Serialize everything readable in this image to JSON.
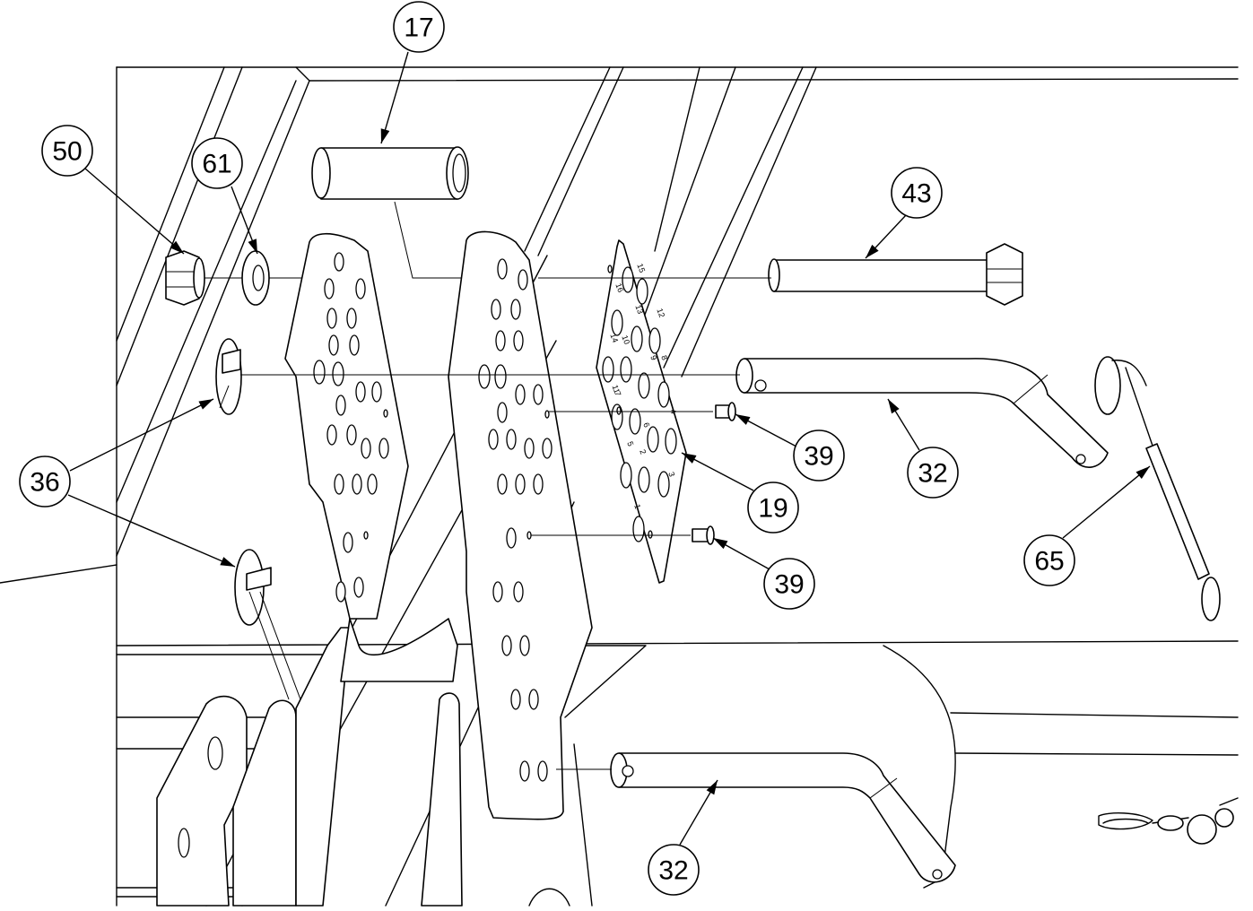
{
  "callouts": [
    {
      "id": "17"
    },
    {
      "id": "50"
    },
    {
      "id": "61"
    },
    {
      "id": "43"
    },
    {
      "id": "36"
    },
    {
      "id": "39"
    },
    {
      "id": "32"
    },
    {
      "id": "19"
    },
    {
      "id": "65"
    },
    {
      "id": "39"
    },
    {
      "id": "32"
    }
  ],
  "adapter_plate_markings": [
    "16",
    "15",
    "14",
    "13",
    "12",
    "11",
    "10",
    "9",
    "8",
    "7",
    "6",
    "5",
    "4",
    "3",
    "2",
    "1"
  ],
  "line_color": "#000000",
  "background_color": "#ffffff"
}
